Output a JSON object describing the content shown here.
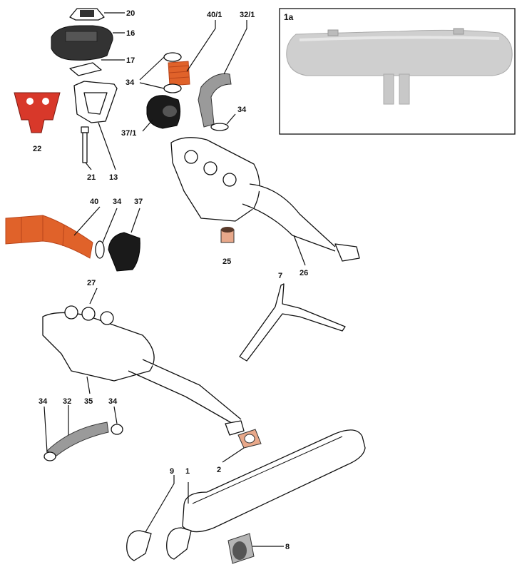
{
  "inset": {
    "label": "1a"
  },
  "callouts": [
    {
      "id": "20",
      "text": "20"
    },
    {
      "id": "16",
      "text": "16"
    },
    {
      "id": "17",
      "text": "17"
    },
    {
      "id": "22",
      "text": "22"
    },
    {
      "id": "21",
      "text": "21"
    },
    {
      "id": "13",
      "text": "13"
    },
    {
      "id": "40_1",
      "text": "40/1"
    },
    {
      "id": "32_1",
      "text": "32/1"
    },
    {
      "id": "34a",
      "text": "34"
    },
    {
      "id": "34b",
      "text": "34"
    },
    {
      "id": "37_1",
      "text": "37/1"
    },
    {
      "id": "40",
      "text": "40"
    },
    {
      "id": "34c",
      "text": "34"
    },
    {
      "id": "37",
      "text": "37"
    },
    {
      "id": "25",
      "text": "25"
    },
    {
      "id": "26",
      "text": "26"
    },
    {
      "id": "7",
      "text": "7"
    },
    {
      "id": "27",
      "text": "27"
    },
    {
      "id": "34d",
      "text": "34"
    },
    {
      "id": "32",
      "text": "32"
    },
    {
      "id": "35",
      "text": "35"
    },
    {
      "id": "34e",
      "text": "34"
    },
    {
      "id": "2",
      "text": "2"
    },
    {
      "id": "9",
      "text": "9"
    },
    {
      "id": "1",
      "text": "1"
    },
    {
      "id": "8",
      "text": "8"
    }
  ],
  "colors": {
    "hose_orange": "#e0622a",
    "hose_orange_dark": "#b8441a",
    "bracket_red": "#d8382a",
    "rubber_black": "#1a1a1a",
    "gasket_copper": "#e8a88a",
    "inset_grey": "#cfcfcf",
    "flex_hose": "#9a9a9a",
    "chrome": "#b5b5b5"
  }
}
